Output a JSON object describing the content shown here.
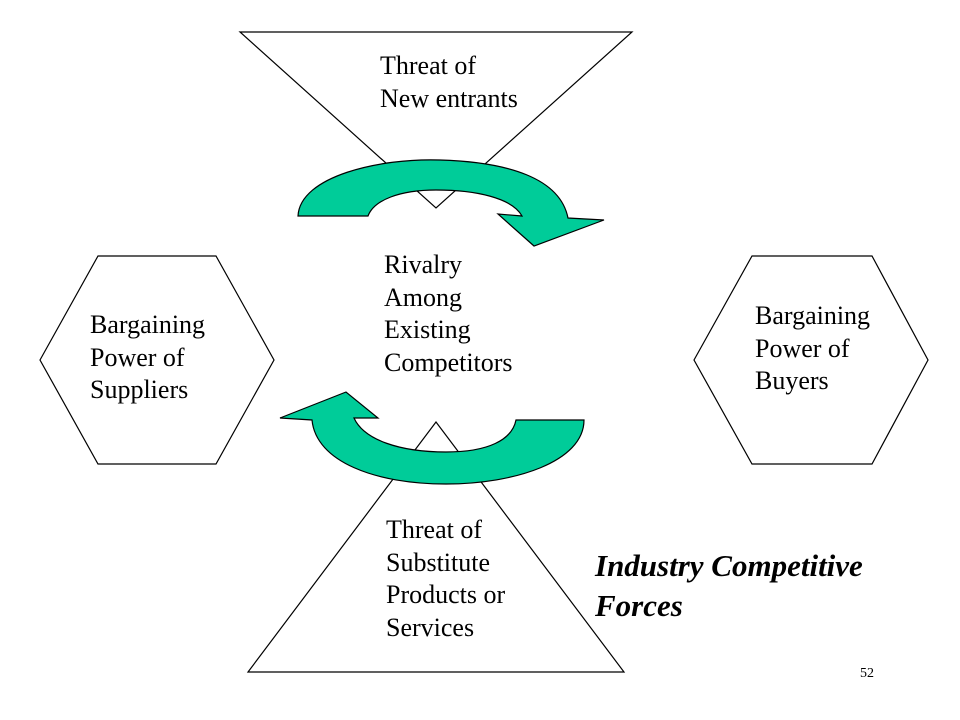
{
  "colors": {
    "arrow_fill": "#00cc99",
    "stroke": "#000000",
    "background": "#ffffff",
    "text": "#000000"
  },
  "forces": {
    "new_entrants": {
      "lines": [
        "Threat of",
        "New entrants"
      ]
    },
    "rivalry": {
      "lines": [
        "Rivalry",
        "Among",
        "Existing",
        "Competitors"
      ]
    },
    "suppliers": {
      "lines": [
        "Bargaining",
        "Power of",
        "Suppliers"
      ]
    },
    "buyers": {
      "lines": [
        "Bargaining",
        "Power of",
        "Buyers"
      ]
    },
    "substitutes": {
      "lines": [
        "Threat of",
        "Substitute",
        "Products or",
        "Services"
      ]
    }
  },
  "title": {
    "lines": [
      "Industry Competitive",
      "Forces"
    ]
  },
  "page_number": "52"
}
